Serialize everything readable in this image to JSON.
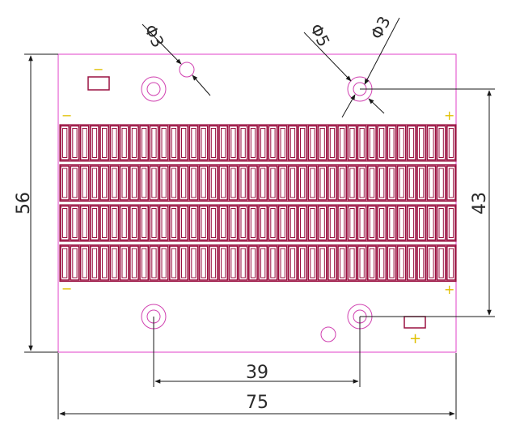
{
  "colors": {
    "board_outline": "#e040c8",
    "slot": "#9a1040",
    "hole": "#d040b0",
    "marker": "#e0c000",
    "dimension": "#1a1a1a"
  },
  "dimensions": {
    "overall_width": "75",
    "overall_height": "56",
    "mount_spacing_x": "39",
    "mount_spacing_y": "43"
  },
  "callouts": {
    "hole_diameter_left": "Φ3",
    "hole_diameter_outer": "Φ5",
    "hole_diameter_inner": "Φ3"
  },
  "markers": {
    "minus": "−",
    "plus": "+"
  },
  "slot_grid": {
    "rows": 4,
    "columns": 40
  }
}
